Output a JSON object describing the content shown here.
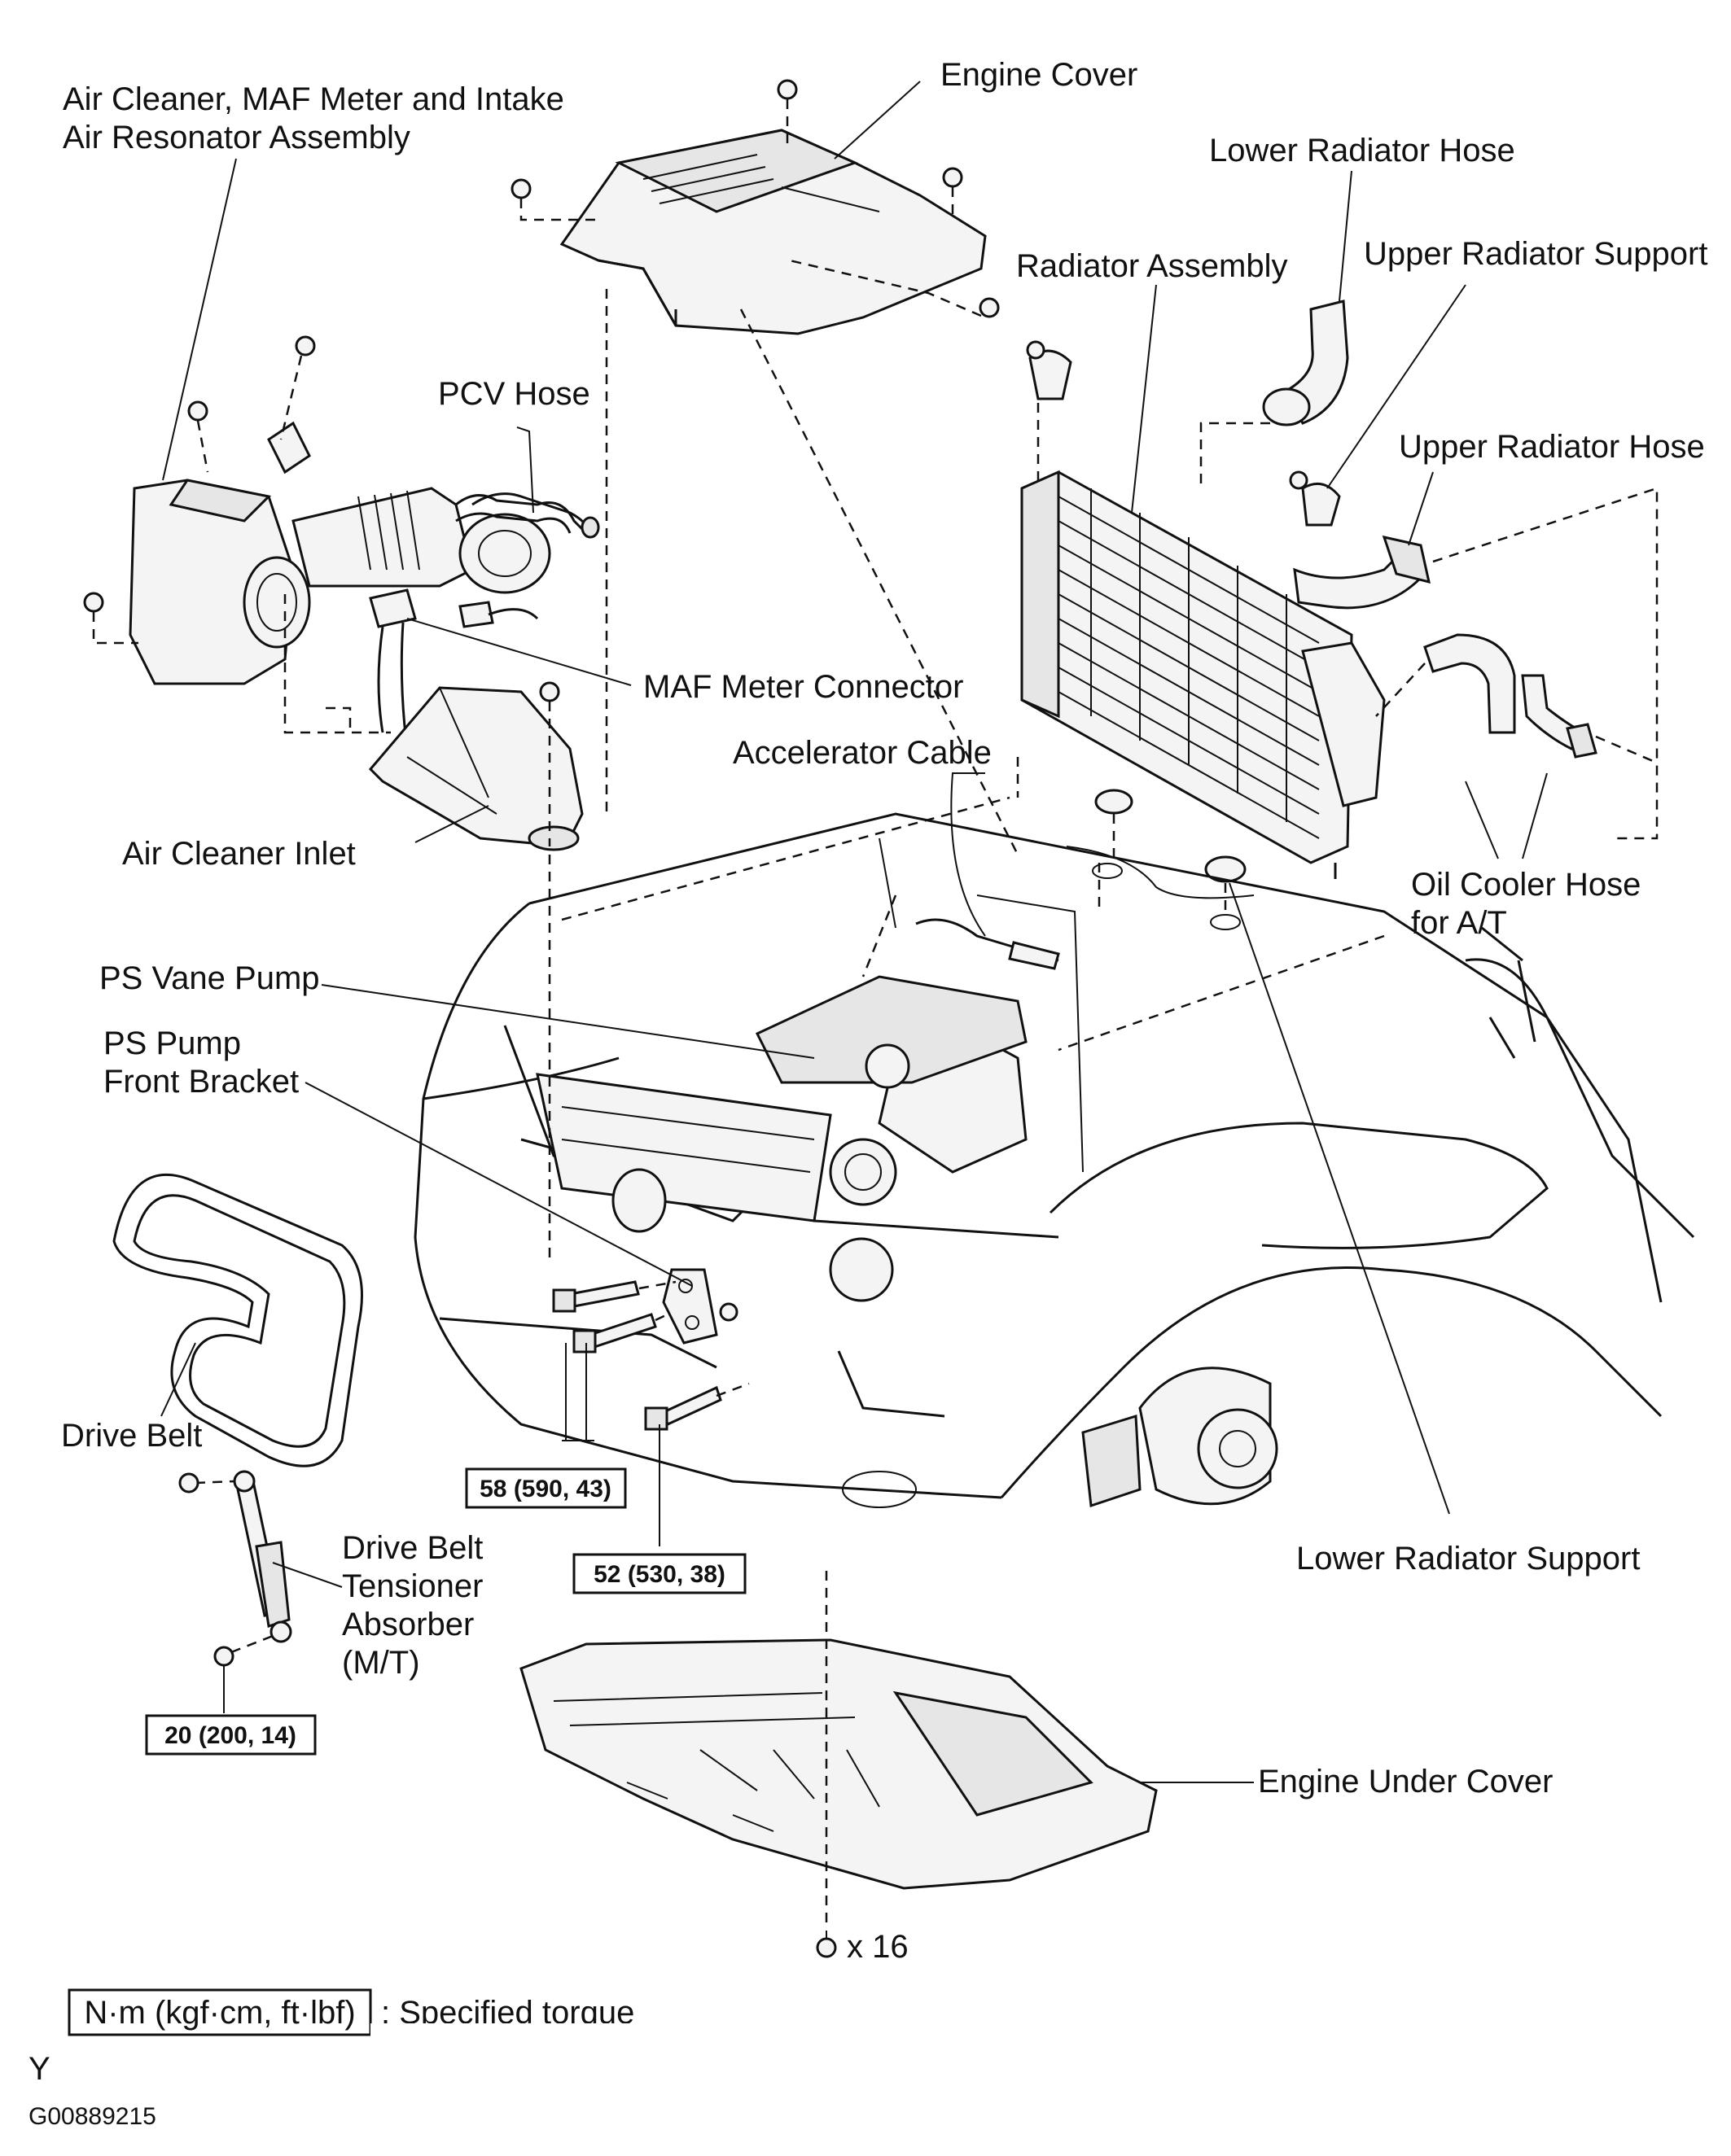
{
  "labels": {
    "engine_cover": "Engine Cover",
    "air_cleaner_1": "Air Cleaner, MAF Meter and Intake",
    "air_cleaner_2": "Air Resonator Assembly",
    "lower_radiator_hose": "Lower Radiator Hose",
    "radiator_assembly": "Radiator Assembly",
    "upper_radiator_support": "Upper Radiator Support",
    "pcv_hose": "PCV Hose",
    "upper_radiator_hose": "Upper Radiator Hose",
    "maf_meter_connector": "MAF Meter Connector",
    "accelerator_cable": "Accelerator Cable",
    "air_cleaner_inlet": "Air Cleaner Inlet",
    "oil_cooler_hose_1": "Oil Cooler Hose",
    "oil_cooler_hose_2": "for A/T",
    "ps_vane_pump": "PS Vane Pump",
    "ps_pump_bracket_1": "PS Pump",
    "ps_pump_bracket_2": "Front Bracket",
    "drive_belt": "Drive Belt",
    "lower_radiator_support": "Lower Radiator Support",
    "tensioner_1": "Drive Belt",
    "tensioner_2": "Tensioner",
    "tensioner_3": "Absorber",
    "tensioner_4": "(M/T)",
    "engine_under_cover": "Engine Under Cover",
    "bolt_count": "x 16"
  },
  "torques": {
    "t58": "58 (590, 43)",
    "t52": "52 (530, 38)",
    "t20": "20 (200, 14)"
  },
  "legend": {
    "unit": "N·m (kgf·cm, ft·lbf)",
    "desc": ": Specified torque"
  },
  "footer": {
    "y": "Y",
    "code": "G00889215"
  }
}
